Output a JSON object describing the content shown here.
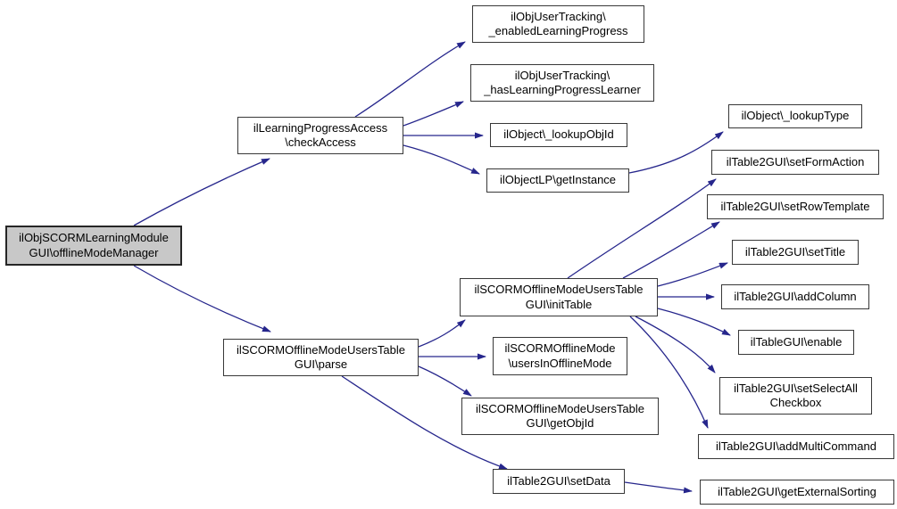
{
  "diagram": {
    "type": "call-graph",
    "title": "Call graph for ilObjSCORMLearningModuleGUI\\offlineModeManager",
    "colors": {
      "background": "#ffffff",
      "edge": "#26268c",
      "root_fill": "#c8c8c8",
      "node_fill": "#ffffff",
      "border": "#383838"
    },
    "nodes": [
      {
        "id": "offlineModeManager",
        "label": "ilObjSCORMLearningModule\nGUI\\offlineModeManager",
        "root": true
      },
      {
        "id": "checkAccess",
        "label": "ilLearningProgressAccess\n\\checkAccess"
      },
      {
        "id": "enabledLearningProgress",
        "label": "ilObjUserTracking\\\n_enabledLearningProgress"
      },
      {
        "id": "hasLearningProgressLearner",
        "label": "ilObjUserTracking\\\n_hasLearningProgressLearner"
      },
      {
        "id": "lookupObjId",
        "label": "ilObject\\_lookupObjId"
      },
      {
        "id": "getInstance",
        "label": "ilObjectLP\\getInstance"
      },
      {
        "id": "lookupType",
        "label": "ilObject\\_lookupType"
      },
      {
        "id": "setFormAction",
        "label": "ilTable2GUI\\setFormAction"
      },
      {
        "id": "setRowTemplate",
        "label": "ilTable2GUI\\setRowTemplate"
      },
      {
        "id": "setTitle",
        "label": "ilTable2GUI\\setTitle"
      },
      {
        "id": "addColumn",
        "label": "ilTable2GUI\\addColumn"
      },
      {
        "id": "enable",
        "label": "ilTableGUI\\enable"
      },
      {
        "id": "setSelectAllCheckbox",
        "label": "ilTable2GUI\\setSelectAll\nCheckbox"
      },
      {
        "id": "addMultiCommand",
        "label": "ilTable2GUI\\addMultiCommand"
      },
      {
        "id": "getExternalSorting",
        "label": "ilTable2GUI\\getExternalSorting"
      },
      {
        "id": "setData",
        "label": "ilTable2GUI\\setData"
      },
      {
        "id": "parse",
        "label": "ilSCORMOfflineModeUsersTable\nGUI\\parse"
      },
      {
        "id": "initTable",
        "label": "ilSCORMOfflineModeUsersTable\nGUI\\initTable"
      },
      {
        "id": "usersInOfflineMode",
        "label": "ilSCORMOfflineMode\n\\usersInOfflineMode"
      },
      {
        "id": "getObjId",
        "label": "ilSCORMOfflineModeUsersTable\nGUI\\getObjId"
      }
    ],
    "edges": [
      {
        "from": "offlineModeManager",
        "to": "checkAccess"
      },
      {
        "from": "offlineModeManager",
        "to": "parse"
      },
      {
        "from": "checkAccess",
        "to": "enabledLearningProgress"
      },
      {
        "from": "checkAccess",
        "to": "hasLearningProgressLearner"
      },
      {
        "from": "checkAccess",
        "to": "lookupObjId"
      },
      {
        "from": "checkAccess",
        "to": "getInstance"
      },
      {
        "from": "getInstance",
        "to": "lookupType"
      },
      {
        "from": "parse",
        "to": "initTable"
      },
      {
        "from": "parse",
        "to": "usersInOfflineMode"
      },
      {
        "from": "parse",
        "to": "getObjId"
      },
      {
        "from": "parse",
        "to": "setData"
      },
      {
        "from": "initTable",
        "to": "setFormAction"
      },
      {
        "from": "initTable",
        "to": "setRowTemplate"
      },
      {
        "from": "initTable",
        "to": "setTitle"
      },
      {
        "from": "initTable",
        "to": "addColumn"
      },
      {
        "from": "initTable",
        "to": "enable"
      },
      {
        "from": "initTable",
        "to": "setSelectAllCheckbox"
      },
      {
        "from": "initTable",
        "to": "addMultiCommand"
      },
      {
        "from": "setData",
        "to": "getExternalSorting"
      }
    ]
  }
}
